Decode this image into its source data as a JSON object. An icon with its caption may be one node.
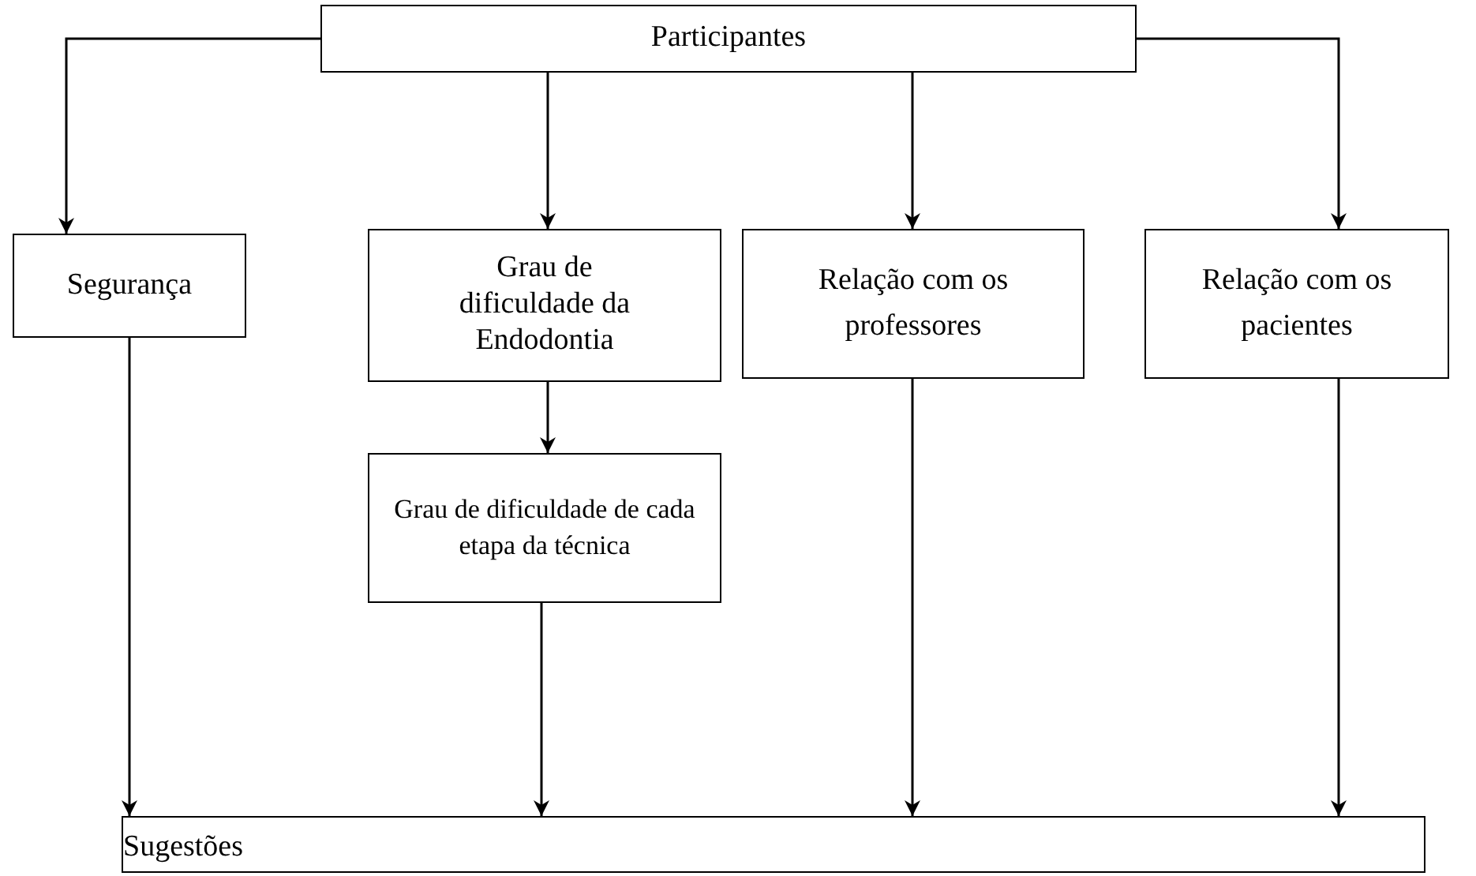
{
  "diagram": {
    "nodes": [
      {
        "text": [
          "Participantes"
        ]
      },
      {
        "text": [
          "Segurança"
        ]
      },
      {
        "text": [
          "Grau de dificuldade da Endodontia"
        ]
      },
      {
        "text": [
          "Relação com os professores"
        ]
      },
      {
        "text": [
          "Relação com os pacientes"
        ]
      },
      {
        "text": [
          "Grau de dificuldade de cada etapa da técnica"
        ]
      },
      {
        "text": [
          "Sugestões"
        ]
      }
    ],
    "edges": [
      {
        "from": 0,
        "to": 1,
        "arrow": "to"
      },
      {
        "from": 0,
        "to": 2,
        "arrow": "to"
      },
      {
        "from": 0,
        "to": 3,
        "arrow": "to"
      },
      {
        "from": 0,
        "to": 4,
        "arrow": "to"
      },
      {
        "from": 2,
        "to": 5,
        "arrow": "to"
      },
      {
        "from": 1,
        "to": 6,
        "arrow": "to"
      },
      {
        "from": 5,
        "to": 6,
        "arrow": "to"
      },
      {
        "from": 3,
        "to": 6,
        "arrow": "to"
      },
      {
        "from": 4,
        "to": 6,
        "arrow": "to"
      }
    ]
  }
}
